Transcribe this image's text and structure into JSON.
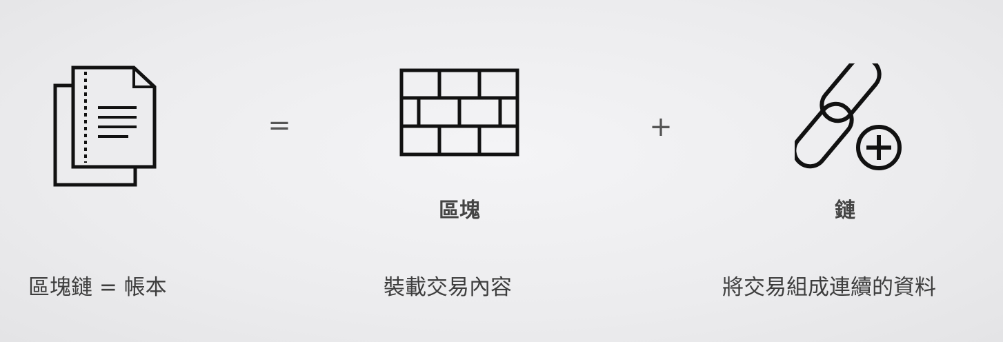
{
  "operators": {
    "equals": "=",
    "plus": "+"
  },
  "labels": {
    "block": "區塊",
    "chain": "鏈"
  },
  "captions": {
    "ledger": "區塊鏈 = 帳本",
    "block": "裝載交易內容",
    "chain": "將交易組成連續的資料"
  },
  "icons": {
    "ledger": "document-stack-icon",
    "block": "brick-wall-icon",
    "chain": "chain-link-add-icon"
  },
  "colors": {
    "background": "#ececee",
    "ink": "#111111",
    "text": "#3d3d3d"
  }
}
